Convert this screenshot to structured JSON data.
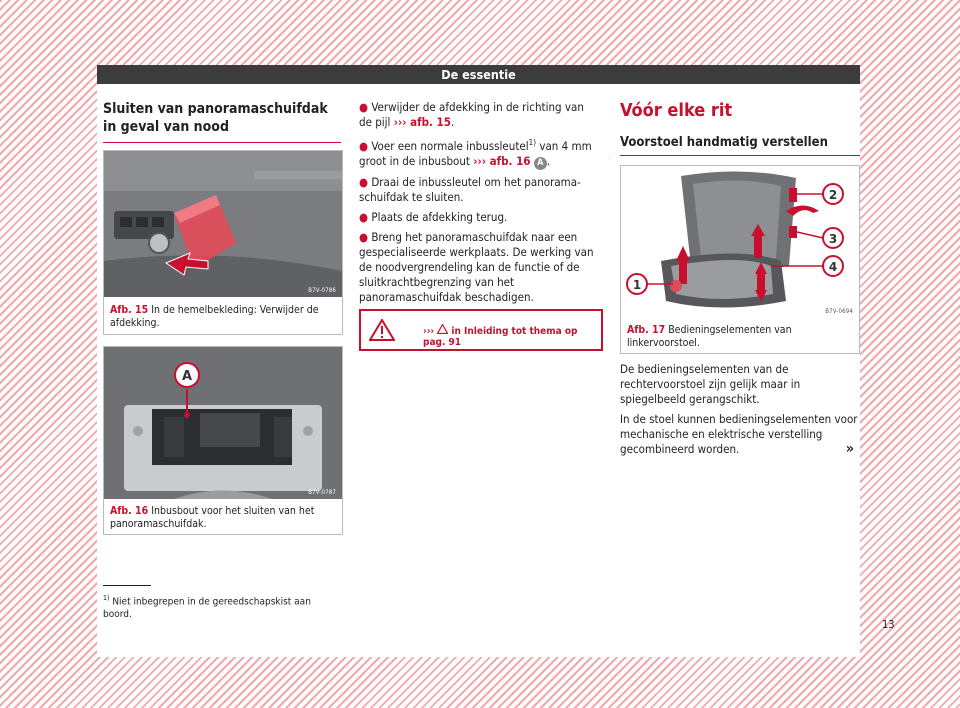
{
  "header": {
    "title": "De essentie"
  },
  "col1": {
    "section_title": "Sluiten van panoramaschuifdak in geval van nood",
    "fig15": {
      "label": "Afb. 15",
      "caption": "In de hemelbekleding: Verwijder de afdekking.",
      "code": "B7V-0786"
    },
    "fig16": {
      "label": "Afb. 16",
      "caption": "Inbusbout voor het sluiten van het panoramaschuifdak.",
      "code": "B7V-0787",
      "marker": "A"
    }
  },
  "col2": {
    "steps": [
      {
        "text": "Verwijder de afdekking in de richting van de pijl",
        "ref": "››› afb. 15",
        "end": "."
      },
      {
        "text": "Voer een normale inbussleutel",
        "sup": "1)",
        "text2": " van 4 mm groot in de inbusbout",
        "ref": "››› afb. 16",
        "marker": "A",
        "end": "."
      },
      {
        "text": "Draai de inbussleutel om het panorama-schuifdak te sluiten."
      },
      {
        "text": "Plaats de afdekking terug."
      },
      {
        "text": "Breng het panoramaschuifdak naar een gespecialiseerde werkplaats. De werking van de noodvergrendeling kan de functie of de sluitkrachtbegrenzing van het panoramaschuifdak beschadigen."
      }
    ],
    "warning": {
      "arrows": "›››",
      "text": "in Inleiding tot thema op pag. 91"
    }
  },
  "col3": {
    "title": "Vóór elke rit",
    "subtitle": "Voorstoel handmatig verstellen",
    "fig17": {
      "label": "Afb. 17",
      "caption": "Bedieningselementen van linkervoorstoel.",
      "code": "B7V-0694",
      "markers": [
        "1",
        "2",
        "3",
        "4"
      ]
    },
    "paragraphs": [
      "De bedieningselementen van de rechtervoorstoel zijn gelijk maar in spiegelbeeld gerangschikt.",
      "In de stoel kunnen bedieningselementen voor mechanische en elektrische verstelling gecombineerd worden."
    ],
    "continue": "»"
  },
  "footnote": {
    "mark": "1)",
    "text": "Niet inbegrepen in de gereedschapskist aan boord."
  },
  "page_number": "13",
  "colors": {
    "accent": "#c8102e",
    "header_bg": "#3c3c3c",
    "hatch": "#f2a9ae"
  },
  "icons": {
    "warning": "warning-triangle-icon",
    "arrow": "red-arrow-icon"
  }
}
